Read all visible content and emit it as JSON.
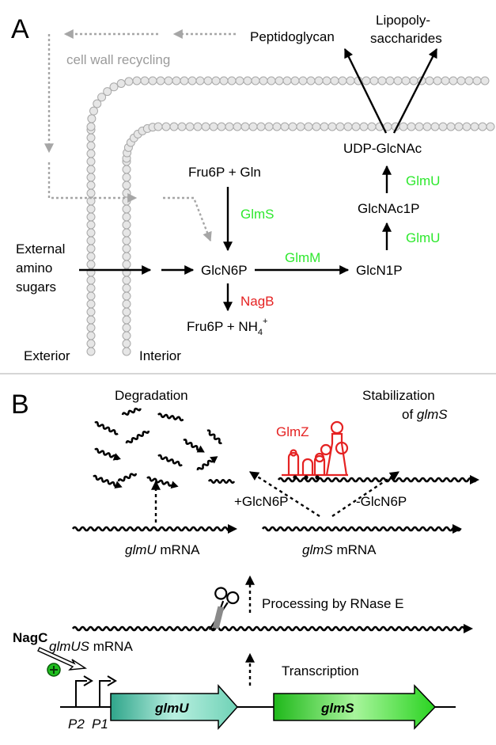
{
  "panel_a": {
    "label": "A",
    "peptidoglycan": "Peptidoglycan",
    "lps_line1": "Lipopoly-",
    "lps_line2": "saccharides",
    "recycling": "cell wall recycling",
    "udp": "UDP-GlcNAc",
    "glmu_1": "GlmU",
    "glcnac1p": "GlcNAc1P",
    "glmu_2": "GlmU",
    "fru6p_gln": "Fru6P + Gln",
    "glms": "GlmS",
    "external_1": "External",
    "external_2": "amino",
    "external_3": "sugars",
    "glcn6p": "GlcN6P",
    "glmm": "GlmM",
    "glcn1p": "GlcN1P",
    "nagb": "NagB",
    "fru6p_nh4": "Fru6P + NH",
    "nh4_sub": "4",
    "nh4_sup": "+",
    "exterior": "Exterior",
    "interior": "Interior"
  },
  "panel_b": {
    "label": "B",
    "degradation": "Degradation",
    "stab_1": "Stabilization",
    "stab_2_pre": "of ",
    "stab_2_gene": "glmS",
    "glmz": "GlmZ",
    "plus_glcn6p": "+GlcN6P",
    "minus_glcn6p": "-GlcN6P",
    "glmu_mrna_gene": "glmU",
    "glmu_mrna_suffix": " mRNA",
    "glms_mrna_gene": "glmS",
    "glms_mrna_suffix": " mRNA",
    "processing": "Processing by RNase E",
    "nagc": "NagC",
    "glmus_mrna_gene": "glmUS",
    "glmus_mrna_suffix": " mRNA",
    "transcription": "Transcription",
    "p2": "P2",
    "p1": "P1",
    "gene_glmu": "glmU",
    "gene_glms": "glmS"
  },
  "colors": {
    "enzyme_green": "#2ee82e",
    "enzyme_red": "#e52222",
    "recycling_gray": "#9b9b9b",
    "glmu_gene_fill": "#7fd9c0",
    "glms_gene_fill": "#33e02a",
    "glmz_red": "#e52222"
  }
}
